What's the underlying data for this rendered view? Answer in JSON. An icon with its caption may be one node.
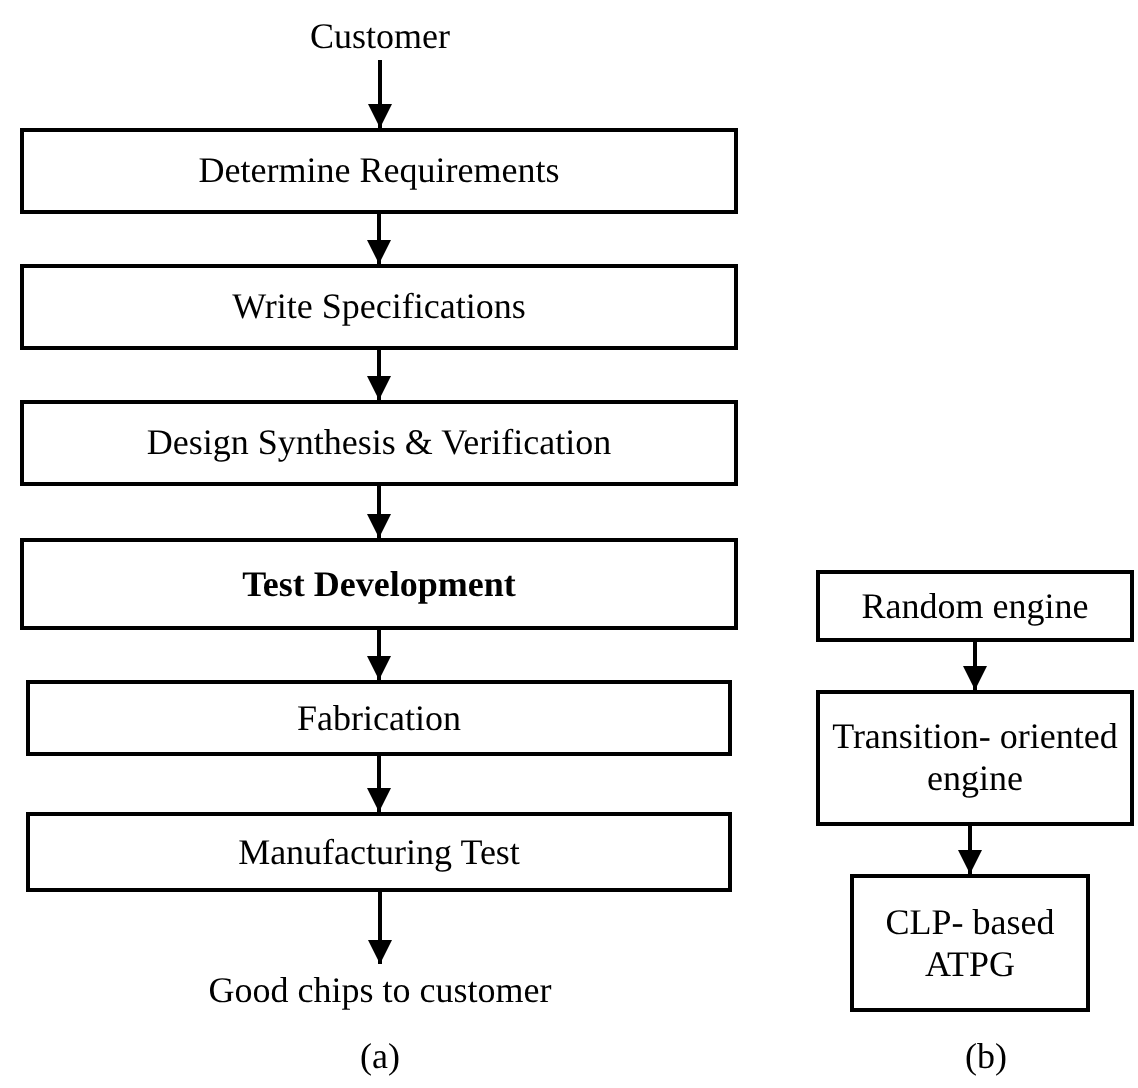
{
  "diagram": {
    "nodes": [
      {
        "text": [
          "Customer"
        ]
      },
      {
        "text": [
          "Determine Requirements"
        ]
      },
      {
        "text": [
          "Write Specifications"
        ]
      },
      {
        "text": [
          "Design Synthesis & Verification"
        ]
      },
      {
        "text": [
          "Test Development"
        ]
      },
      {
        "text": [
          "Fabrication"
        ]
      },
      {
        "text": [
          "Manufacturing Test"
        ]
      },
      {
        "text": [
          "Good chips to customer"
        ]
      },
      {
        "text": [
          "Random engine"
        ]
      },
      {
        "text": [
          "Transition- oriented engine"
        ]
      },
      {
        "text": [
          "CLP- based ATPG"
        ]
      }
    ],
    "edges": [
      {
        "from": 0,
        "to": 1,
        "arrow": "to"
      },
      {
        "from": 1,
        "to": 2,
        "arrow": "to"
      },
      {
        "from": 2,
        "to": 3,
        "arrow": "to"
      },
      {
        "from": 3,
        "to": 4,
        "arrow": "to"
      },
      {
        "from": 4,
        "to": 5,
        "arrow": "to"
      },
      {
        "from": 5,
        "to": 6,
        "arrow": "to"
      },
      {
        "from": 6,
        "to": 7,
        "arrow": "to"
      },
      {
        "from": 8,
        "to": 9,
        "arrow": "to"
      },
      {
        "from": 9,
        "to": 10,
        "arrow": "to"
      }
    ],
    "labels": [
      "(a)",
      "(b)"
    ]
  }
}
